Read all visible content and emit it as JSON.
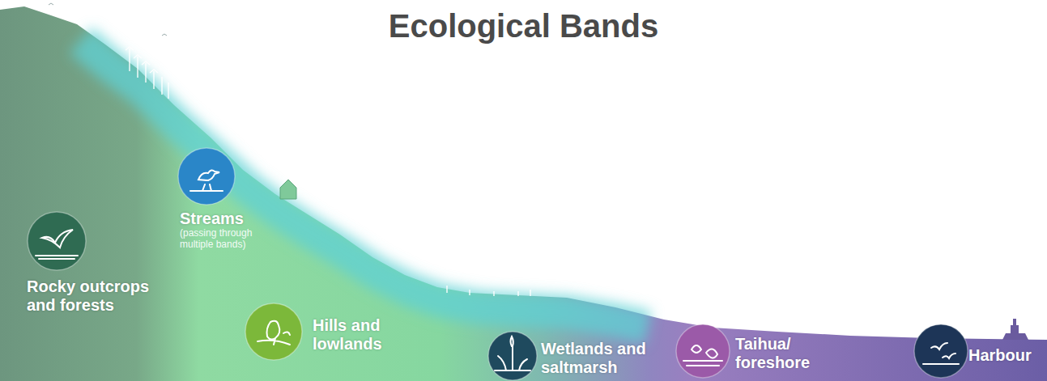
{
  "diagram": {
    "title": "Ecological Bands",
    "nodes": [
      {
        "text": [
          "Streams",
          "(passing through multiple bands)"
        ]
      },
      {
        "text": [
          "Rocky outcrops and forests"
        ]
      },
      {
        "text": [
          "Hills and lowlands"
        ]
      },
      {
        "text": [
          "Wetlands and saltmarsh"
        ]
      },
      {
        "text": [
          "Taihua/ foreshore"
        ]
      },
      {
        "text": [
          "Harbour"
        ]
      }
    ]
  }
}
